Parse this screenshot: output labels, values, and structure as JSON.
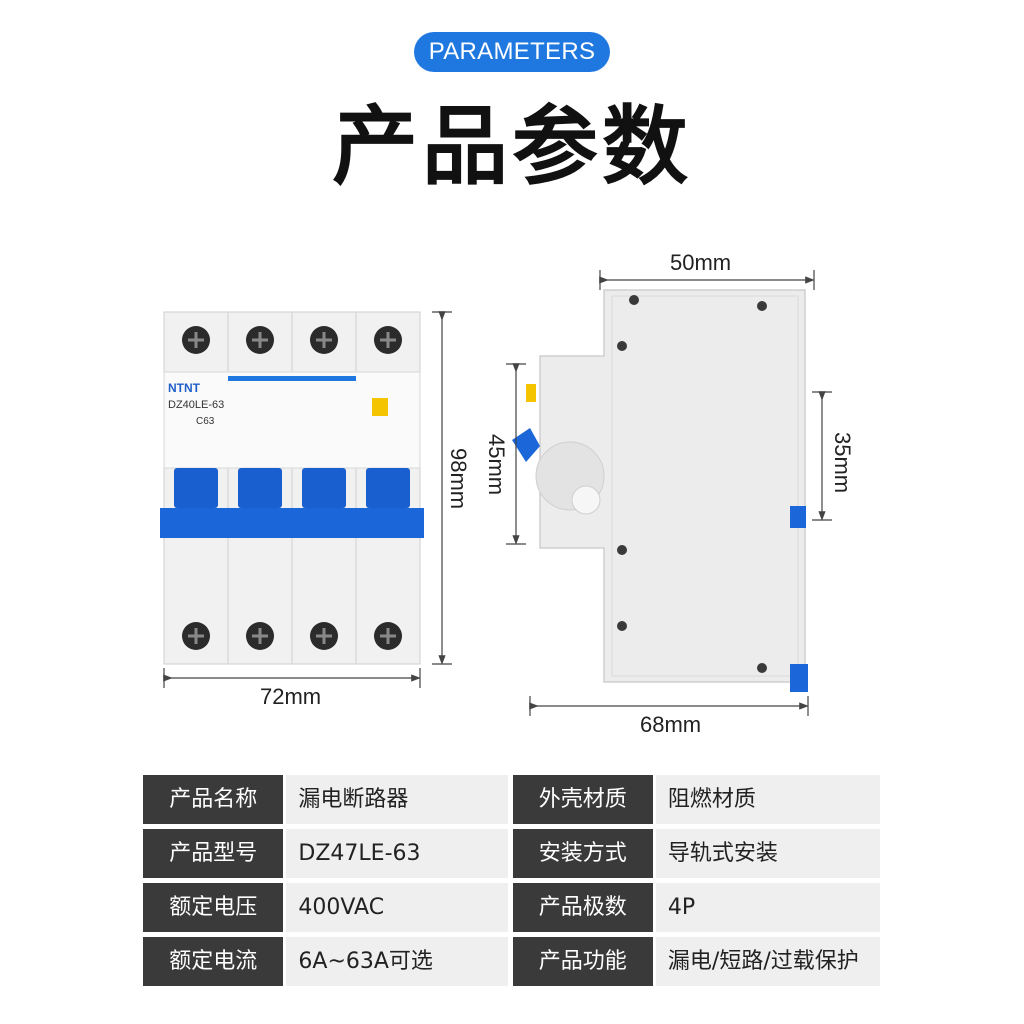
{
  "header": {
    "badge": "PARAMETERS",
    "title": "产品参数"
  },
  "dimensions": {
    "front_width": "72mm",
    "front_height": "98mm",
    "side_depth_top": "50mm",
    "side_depth_bottom": "68mm",
    "side_height_left": "45mm",
    "side_height_right": "35mm"
  },
  "product_labels": {
    "brand": "NTNT",
    "model_text": "DZ40LE-63",
    "rating": "C63"
  },
  "specs": [
    {
      "label": "产品名称",
      "value": "漏电断路器",
      "label2": "外壳材质",
      "value2": "阻燃材质"
    },
    {
      "label": "产品型号",
      "value": "DZ47LE-63",
      "label2": "安装方式",
      "value2": "导轨式安装"
    },
    {
      "label": "额定电压",
      "value": "400VAC",
      "label2": "产品极数",
      "value2": "4P"
    },
    {
      "label": "额定电流",
      "value": "6A~63A可选",
      "label2": "产品功能",
      "value2": "漏电/短路/过载保护"
    }
  ],
  "colors": {
    "accent": "#1f78e0",
    "handle_blue": "#1a5fd0",
    "label_bg": "#3a3a3a",
    "value_bg": "#efefef"
  }
}
